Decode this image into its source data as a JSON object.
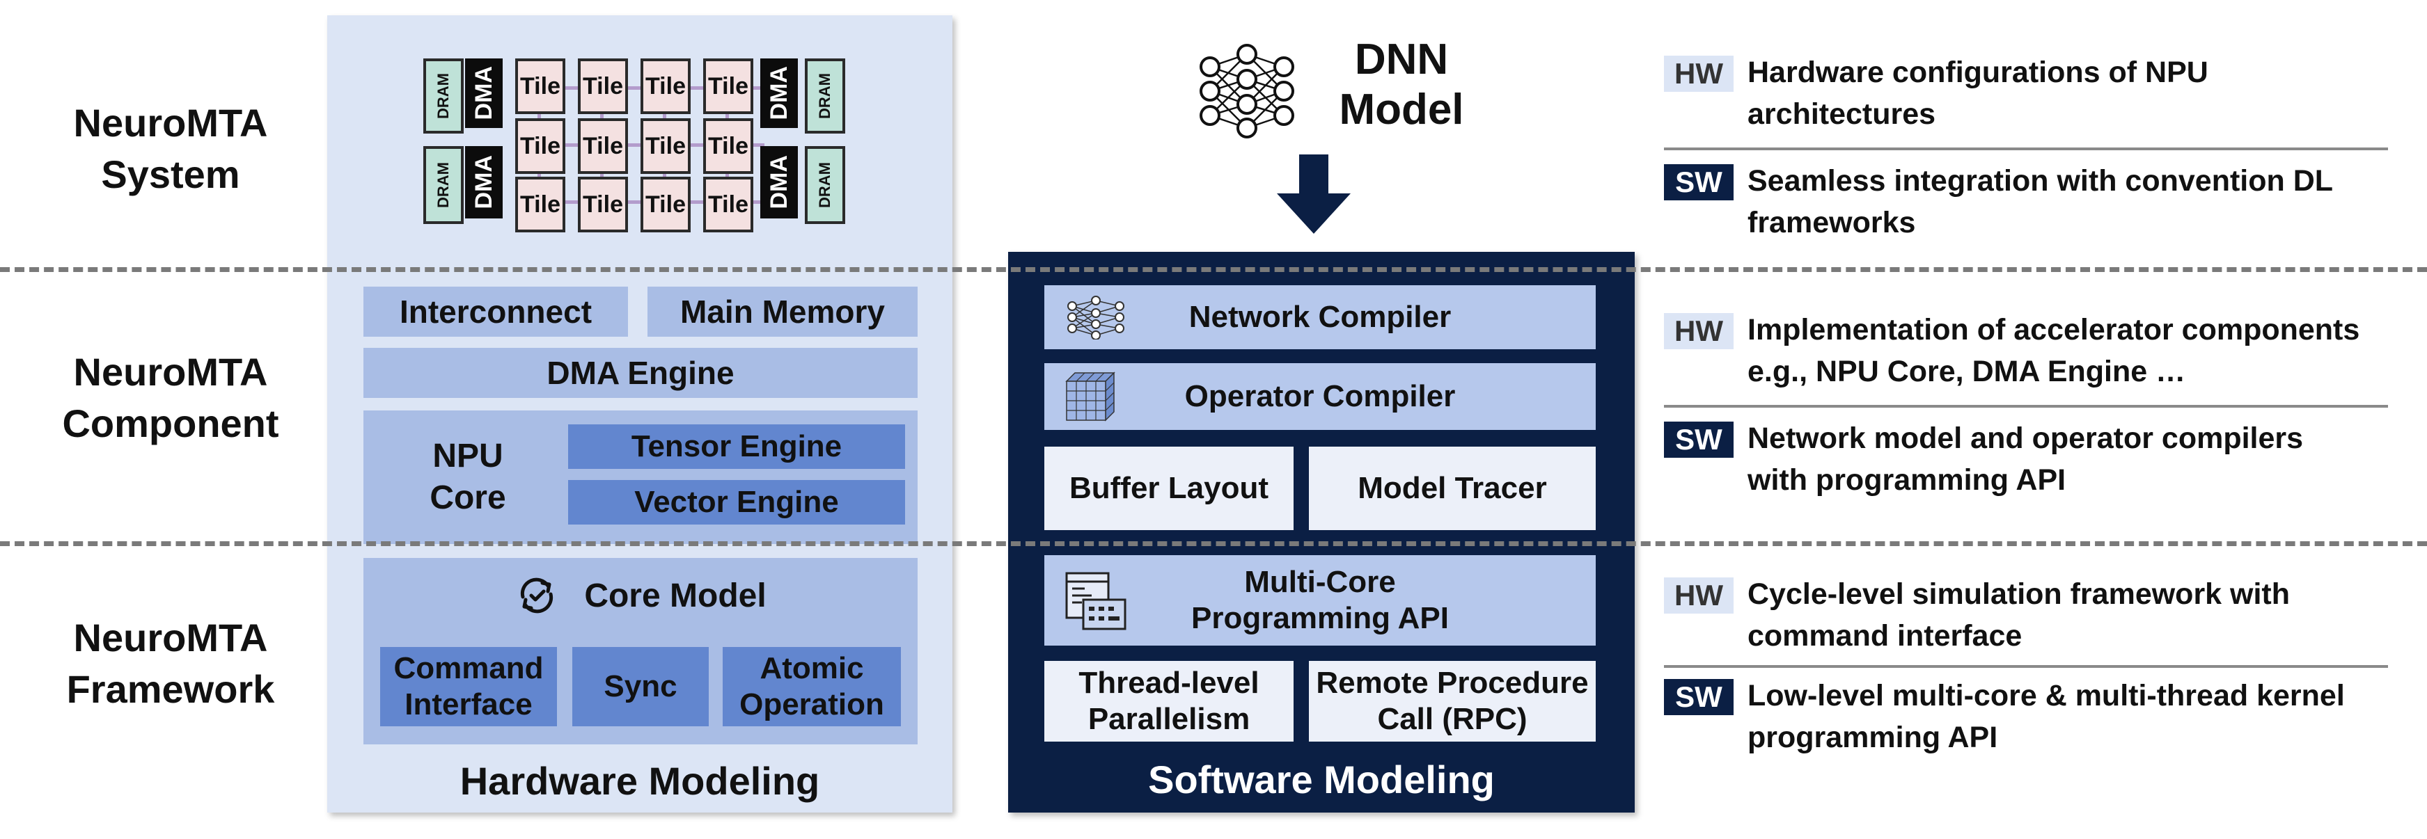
{
  "layers": [
    {
      "line1": "NeuroMTA",
      "line2": "System"
    },
    {
      "line1": "NeuroMTA",
      "line2": "Component"
    },
    {
      "line1": "NeuroMTA",
      "line2": "Framework"
    }
  ],
  "hardware": {
    "tile_label": "Tile",
    "dram_label": "DRAM",
    "dma_label": "DMA",
    "interconnect": "Interconnect",
    "main_memory": "Main Memory",
    "dma_engine": "DMA Engine",
    "npu_core_line1": "NPU",
    "npu_core_line2": "Core",
    "tensor_engine": "Tensor Engine",
    "vector_engine": "Vector Engine",
    "core_model": "Core Model",
    "command_line1": "Command",
    "command_line2": "Interface",
    "sync": "Sync",
    "atomic_line1": "Atomic",
    "atomic_line2": "Operation",
    "footer": "Hardware Modeling"
  },
  "model": {
    "line1": "DNN",
    "line2": "Model"
  },
  "software": {
    "network_compiler": "Network Compiler",
    "operator_compiler": "Operator Compiler",
    "buffer_layout": "Buffer Layout",
    "model_tracer": "Model Tracer",
    "multicore_line1": "Multi-Core",
    "multicore_line2": "Programming API",
    "thread_line1": "Thread-level",
    "thread_line2": "Parallelism",
    "rpc_line1": "Remote Procedure",
    "rpc_line2": "Call (RPC)",
    "footer": "Software Modeling"
  },
  "notes": [
    {
      "tag": "HW",
      "line1": "Hardware configurations of NPU",
      "line2": "architectures"
    },
    {
      "tag": "SW",
      "line1": "Seamless integration with convention DL",
      "line2": "frameworks"
    },
    {
      "tag": "HW",
      "line1": "Implementation of accelerator components",
      "line2": "e.g., NPU Core, DMA Engine …"
    },
    {
      "tag": "SW",
      "line1": "Network model and operator compilers",
      "line2": "with programming API"
    },
    {
      "tag": "HW",
      "line1": "Cycle-level simulation framework with",
      "line2": "command interface"
    },
    {
      "tag": "SW",
      "line1": "Low-level multi-core & multi-thread kernel",
      "line2": "programming API"
    }
  ],
  "colors": {
    "hw_panel": "#dce5f5",
    "hw_box": "#a9bde5",
    "hw_box_dark": "#6286cf",
    "sw_panel": "#0b1f44",
    "sw_box": "#b6c8ec",
    "tile": "#f4e1e1",
    "dram": "#bfe2d8",
    "dma": "#0c0c0c"
  }
}
